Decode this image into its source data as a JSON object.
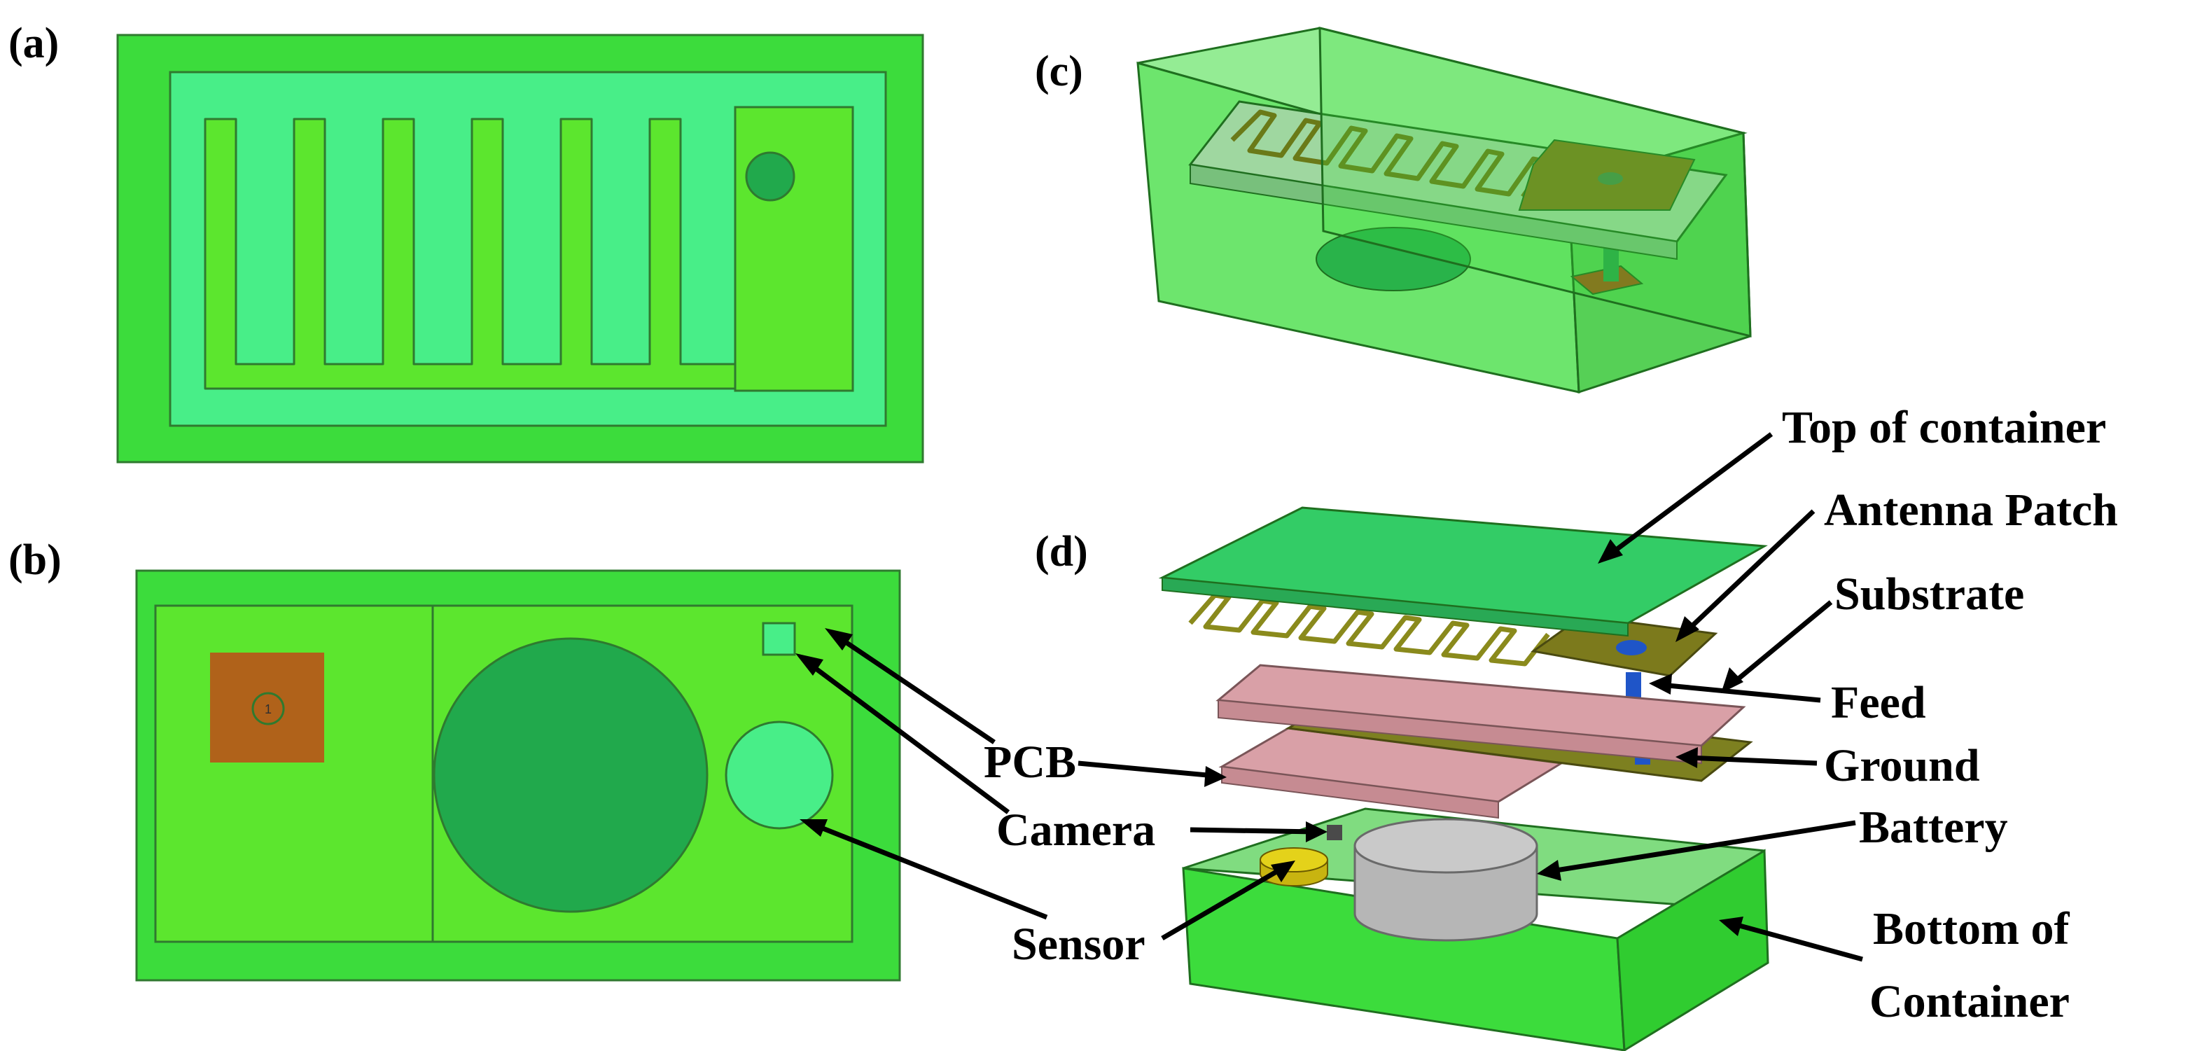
{
  "figure": {
    "panels": {
      "a": "(a)",
      "b": "(b)",
      "c": "(c)",
      "d": "(d)"
    },
    "port_marker": "1",
    "callouts_b": {
      "pcb": "PCB",
      "camera": "Camera",
      "sensor": "Sensor"
    },
    "callouts_d": {
      "top_of_container": "Top of container",
      "antenna_patch": "Antenna Patch",
      "substrate": "Substrate",
      "feed": "Feed",
      "ground": "Ground",
      "battery": "Battery",
      "bottom_of_container_line1": "Bottom of",
      "bottom_of_container_line2": "Container"
    },
    "colors": {
      "container": "#3cdc3c",
      "board": "#5ce62e",
      "substrate_top": "#48ee88",
      "patch": "#5ce62e",
      "dark_circle": "#21a94c",
      "pad": "#b0621a",
      "pink_layer": "#d9a0a7",
      "ground_layer": "#7d8020",
      "feed": "#1f55c8",
      "battery": "#b6b6b6",
      "sensor": "#e4d21a"
    }
  }
}
